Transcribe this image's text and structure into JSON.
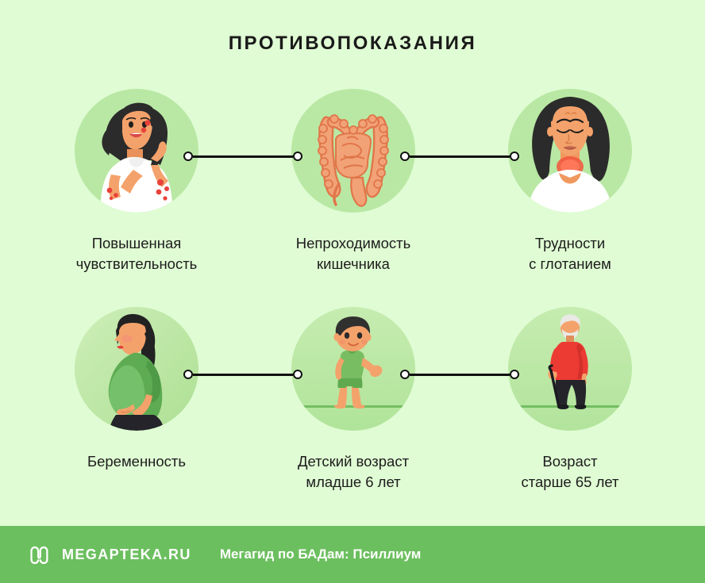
{
  "page": {
    "title": "ПРОТИВОПОКАЗАНИЯ",
    "background_color": "#e0fcd4",
    "circle_color": "#b9e8a4",
    "accent_color": "#6cbf5f"
  },
  "items": [
    {
      "label": "Повышенная\nчувствительность",
      "icon": "woman-with-rash-icon"
    },
    {
      "label": "Непроходимость\nкишечника",
      "icon": "intestines-icon"
    },
    {
      "label": "Трудности\nс глотанием",
      "icon": "woman-sore-throat-icon"
    },
    {
      "label": "Беременность",
      "icon": "pregnant-woman-icon"
    },
    {
      "label": "Детский возраст\nмладше 6 лет",
      "icon": "child-boy-icon"
    },
    {
      "label": "Возраст\nстарше 65 лет",
      "icon": "elderly-man-with-cane-icon"
    }
  ],
  "footer": {
    "logo": "megapteka-m-logo-icon",
    "brand": "MEGAPTEKA.RU",
    "tagline": "Мегагид по БАДам: Псиллиум",
    "background_color": "#6cbf5f",
    "text_color": "#ffffff"
  }
}
